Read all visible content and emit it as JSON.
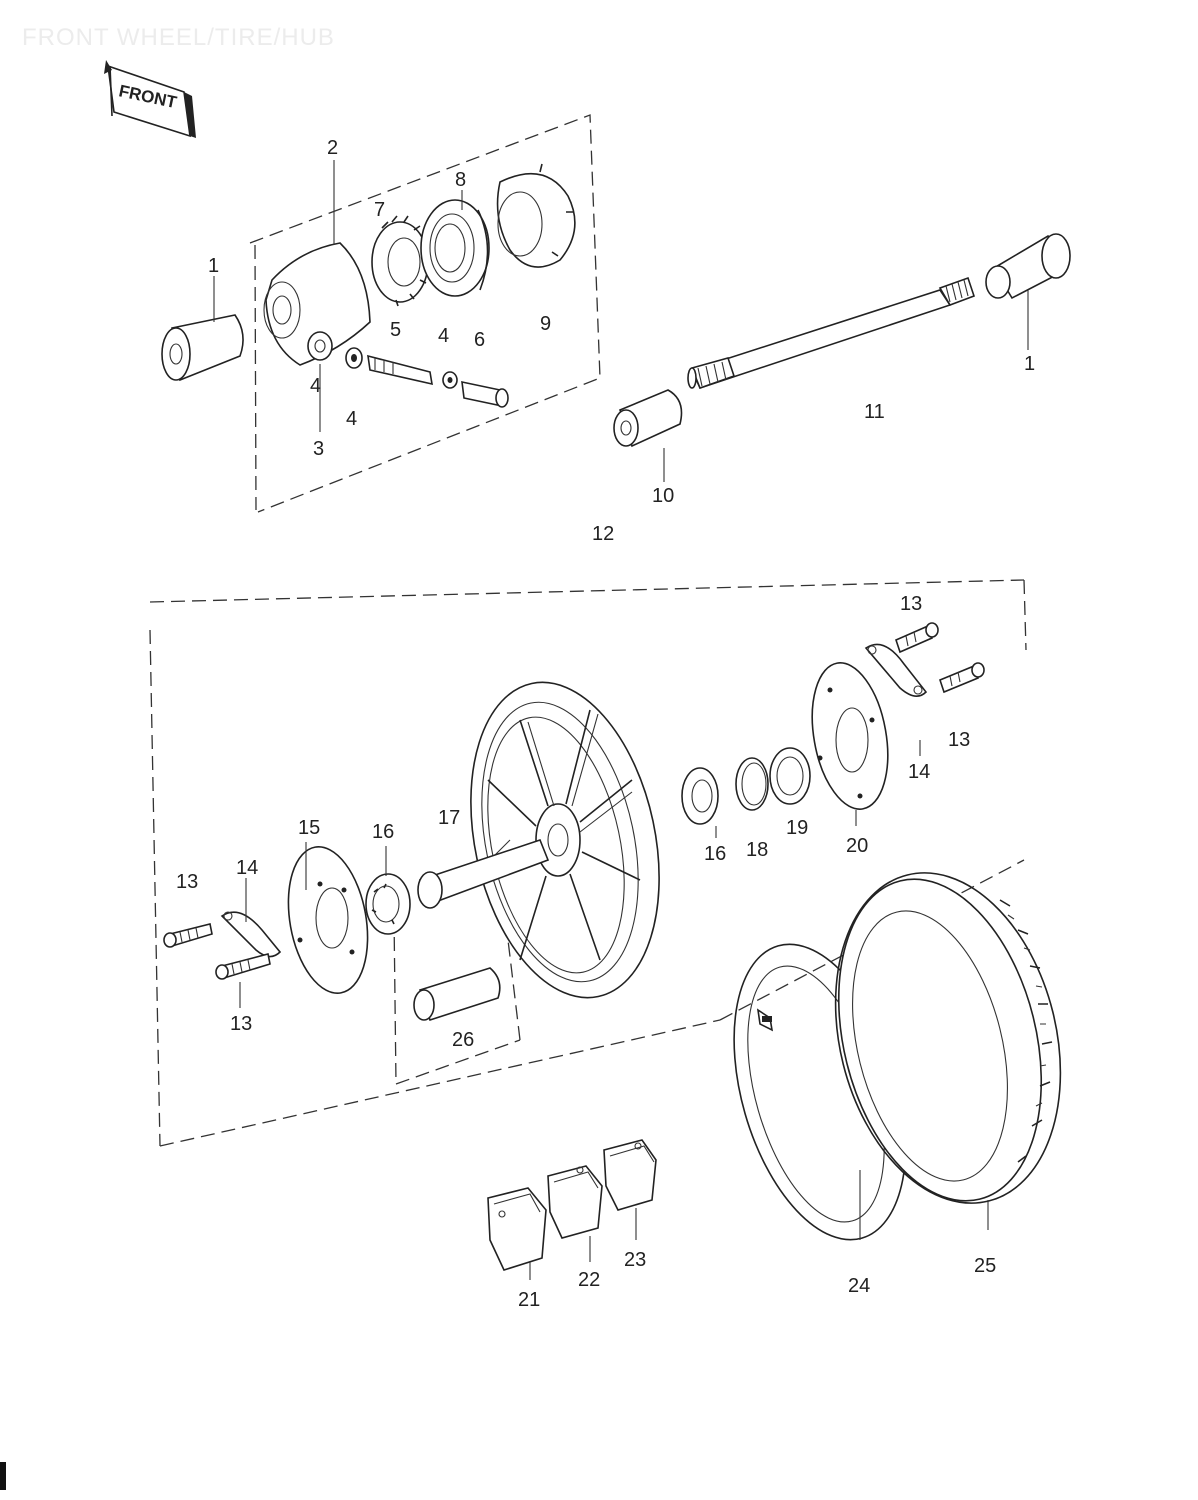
{
  "header": {
    "title": "FRONT WHEEL/TIRE/HUB"
  },
  "front_badge": {
    "text": "FRONT"
  },
  "callouts": [
    {
      "id": "c1a",
      "text": "1"
    },
    {
      "id": "c2",
      "text": "2"
    },
    {
      "id": "c3",
      "text": "3"
    },
    {
      "id": "c4a",
      "text": "4"
    },
    {
      "id": "c4b",
      "text": "4"
    },
    {
      "id": "c4c",
      "text": "4"
    },
    {
      "id": "c5",
      "text": "5"
    },
    {
      "id": "c6",
      "text": "6"
    },
    {
      "id": "c7",
      "text": "7"
    },
    {
      "id": "c8",
      "text": "8"
    },
    {
      "id": "c9",
      "text": "9"
    },
    {
      "id": "c1b",
      "text": "1"
    },
    {
      "id": "c11",
      "text": "11"
    },
    {
      "id": "c10",
      "text": "10"
    },
    {
      "id": "c12",
      "text": "12"
    },
    {
      "id": "c13a",
      "text": "13"
    },
    {
      "id": "c13b",
      "text": "13"
    },
    {
      "id": "c14a",
      "text": "14"
    },
    {
      "id": "c20",
      "text": "20"
    },
    {
      "id": "c19",
      "text": "19"
    },
    {
      "id": "c18",
      "text": "18"
    },
    {
      "id": "c16a",
      "text": "16"
    },
    {
      "id": "c17",
      "text": "17"
    },
    {
      "id": "c16b",
      "text": "16"
    },
    {
      "id": "c15",
      "text": "15"
    },
    {
      "id": "c14b",
      "text": "14"
    },
    {
      "id": "c13c",
      "text": "13"
    },
    {
      "id": "c13d",
      "text": "13"
    },
    {
      "id": "c26",
      "text": "26"
    },
    {
      "id": "c24",
      "text": "24"
    },
    {
      "id": "c25",
      "text": "25"
    },
    {
      "id": "c23",
      "text": "23"
    },
    {
      "id": "c22",
      "text": "22"
    },
    {
      "id": "c21",
      "text": "21"
    }
  ]
}
